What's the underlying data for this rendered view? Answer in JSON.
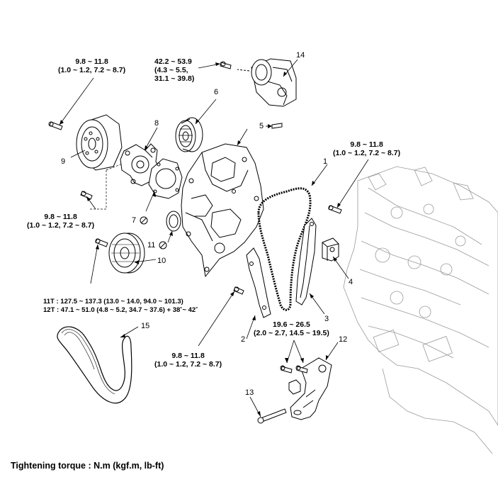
{
  "callouts": {
    "c1": "1",
    "c2": "2",
    "c3": "3",
    "c4": "4",
    "c5": "5",
    "c6": "6",
    "c7": "7",
    "c8": "8",
    "c9": "9",
    "c10": "10",
    "c11": "11",
    "c12": "12",
    "c13": "13",
    "c14": "14",
    "c15": "15"
  },
  "torques": {
    "t_top_left": [
      "9.8 ~ 11.8",
      "(1.0 ~ 1.2, 7.2 ~ 8.7)"
    ],
    "t_tensioner": [
      "42.2 ~ 53.9",
      "(4.3 ~ 5.5,",
      "31.1 ~ 39.8)"
    ],
    "t_right": [
      "9.8 ~ 11.8",
      "(1.0 ~ 1.2, 7.2 ~ 8.7)"
    ],
    "t_mid_left": [
      "9.8 ~ 11.8",
      "(1.0 ~ 1.2, 7.2 ~ 8.7)"
    ],
    "t_crank": [
      "11T : 127.5 ~ 137.3 (13.0 ~ 14.0, 94.0 ~ 101.3)",
      "12T : 47.1 ~ 51.0 (4.8 ~ 5.2, 34.7 ~ 37.6) + 38˚~ 42˚"
    ],
    "t_bottom_center": [
      "9.8 ~ 11.8",
      "(1.0 ~ 1.2, 7.2 ~ 8.7)"
    ],
    "t_bracket": [
      "19.6 ~ 26.5",
      "(2.0 ~ 2.7, 14.5 ~ 19.5)"
    ]
  },
  "footer": "Tightening torque : N.m (kgf.m, lb-ft)"
}
